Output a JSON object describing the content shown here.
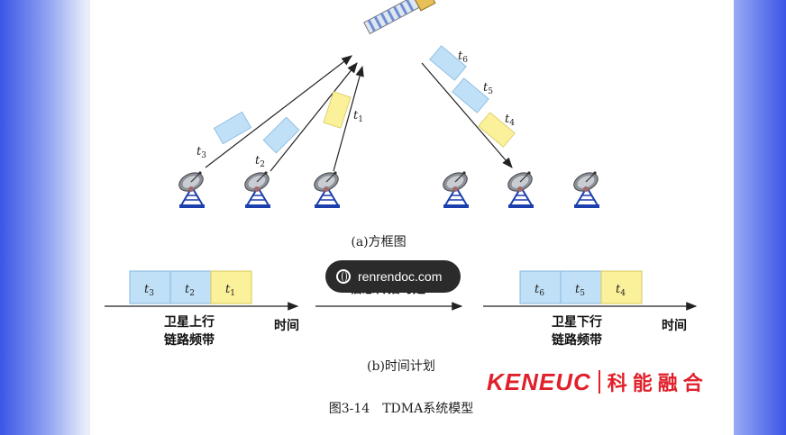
{
  "figure": {
    "caption_a": "(a)方框图",
    "caption_b": "(b)时间计划",
    "figure_title": "图3-14　TDMA系统模型"
  },
  "uplink_labels": {
    "t3": "t",
    "t3_sub": "3",
    "t2": "t",
    "t2_sub": "2",
    "t1": "t",
    "t1_sub": "1"
  },
  "downlink_labels": {
    "t6": "t",
    "t6_sub": "6",
    "t5": "t",
    "t5_sub": "5",
    "t4": "t",
    "t4_sub": "4"
  },
  "timeline_left": {
    "slots": [
      {
        "t": "t",
        "sub": "3",
        "color": "#bfe0f7"
      },
      {
        "t": "t",
        "sub": "2",
        "color": "#bfe0f7"
      },
      {
        "t": "t",
        "sub": "1",
        "color": "#fbf19a"
      }
    ],
    "label_line1": "卫星上行",
    "label_line2": "链路频带",
    "axis_label": "时间"
  },
  "timeline_mid": {
    "label": "信息传播时延"
  },
  "timeline_right": {
    "slots": [
      {
        "t": "t",
        "sub": "6",
        "color": "#bfe0f7"
      },
      {
        "t": "t",
        "sub": "5",
        "color": "#bfe0f7"
      },
      {
        "t": "t",
        "sub": "4",
        "color": "#fbf19a"
      }
    ],
    "label_line1": "卫星下行",
    "label_line2": "链路频带",
    "axis_label": "时间"
  },
  "watermark": {
    "text": "renrendoc.com"
  },
  "brand": {
    "en": "KENEUC",
    "zh": "科能融合"
  },
  "colors": {
    "blue_packet": "#bfe0f7",
    "yellow_packet": "#fbf19a",
    "brand_red": "#e0202a"
  }
}
